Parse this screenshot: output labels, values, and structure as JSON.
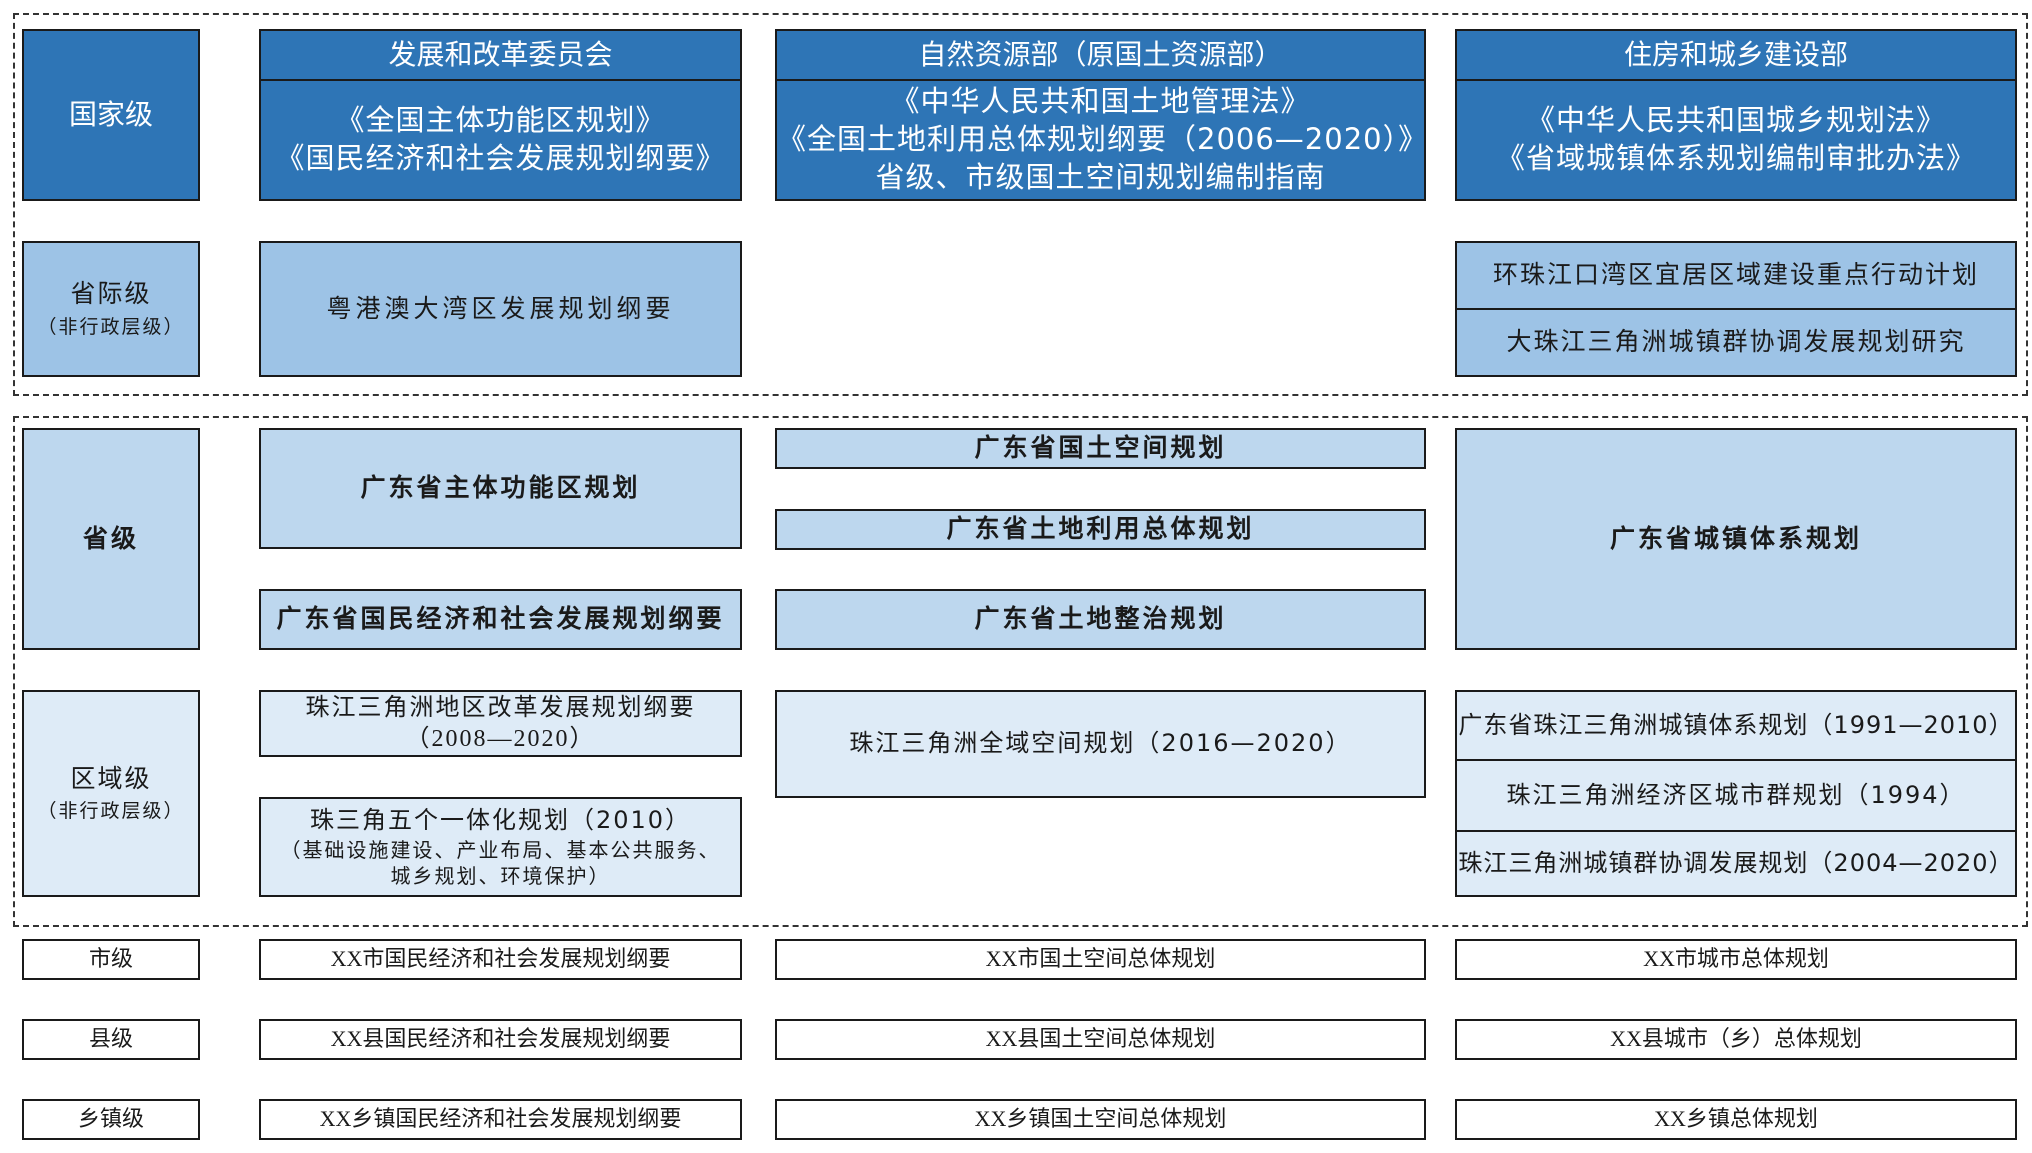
{
  "levels": {
    "national": "国家级",
    "interprovincial": "省际级",
    "interprovincial_note": "（非行政层级）",
    "provincial": "省级",
    "regional": "区域级",
    "regional_note": "（非行政层级）",
    "city": "市级",
    "county": "县级",
    "town": "乡镇级"
  },
  "departments": {
    "ndrc": "发展和改革委员会",
    "mnr": "自然资源部（原国土资源部）",
    "mohurd": "住房和城乡建设部"
  },
  "national": {
    "ndrc": [
      "《全国主体功能区规划》",
      "《国民经济和社会发展规划纲要》"
    ],
    "mnr": [
      "《中华人民共和国土地管理法》",
      "《全国土地利用总体规划纲要（2006—2020）》",
      "省级、市级国土空间规划编制指南"
    ],
    "mohurd": [
      "《中华人民共和国城乡规划法》",
      "《省域城镇体系规划编制审批办法》"
    ]
  },
  "interprovincial": {
    "ndrc": "粤港澳大湾区发展规划纲要",
    "mohurd": [
      "环珠江口湾区宜居区域建设重点行动计划",
      "大珠江三角洲城镇群协调发展规划研究"
    ]
  },
  "provincial": {
    "ndrc": [
      "广东省主体功能区规划",
      "广东省国民经济和社会发展规划纲要"
    ],
    "mnr": [
      "广东省国土空间规划",
      "广东省土地利用总体规划",
      "广东省土地整治规划"
    ],
    "mohurd": "广东省城镇体系规划"
  },
  "regional": {
    "ndrc_1": [
      "珠江三角洲地区改革发展规划纲要",
      "（2008—2020）"
    ],
    "ndrc_2": [
      "珠三角五个一体化规划（2010）",
      "（基础设施建设、产业布局、基本公共服务、",
      "城乡规划、环境保护）"
    ],
    "mnr": "珠江三角洲全域空间规划（2016—2020）",
    "mohurd": [
      "广东省珠江三角洲城镇体系规划（1991—2010）",
      "珠江三角洲经济区城市群规划（1994）",
      "珠江三角洲城镇群协调发展规划（2004—2020）"
    ]
  },
  "city": {
    "ndrc": "XX市国民经济和社会发展规划纲要",
    "mnr": "XX市国土空间总体规划",
    "mohurd": "XX市城市总体规划"
  },
  "county": {
    "ndrc": "XX县国民经济和社会发展规划纲要",
    "mnr": "XX县国土空间总体规划",
    "mohurd": "XX县城市（乡）总体规划"
  },
  "town": {
    "ndrc": "XX乡镇国民经济和社会发展规划纲要",
    "mnr": "XX乡镇国土空间总体规划",
    "mohurd": "XX乡镇总体规划"
  },
  "colors": {
    "national": "#2e75b6",
    "interprovincial": "#9dc3e6",
    "provincial": "#bdd7ee",
    "regional": "#deebf7",
    "local": "#ffffff"
  }
}
